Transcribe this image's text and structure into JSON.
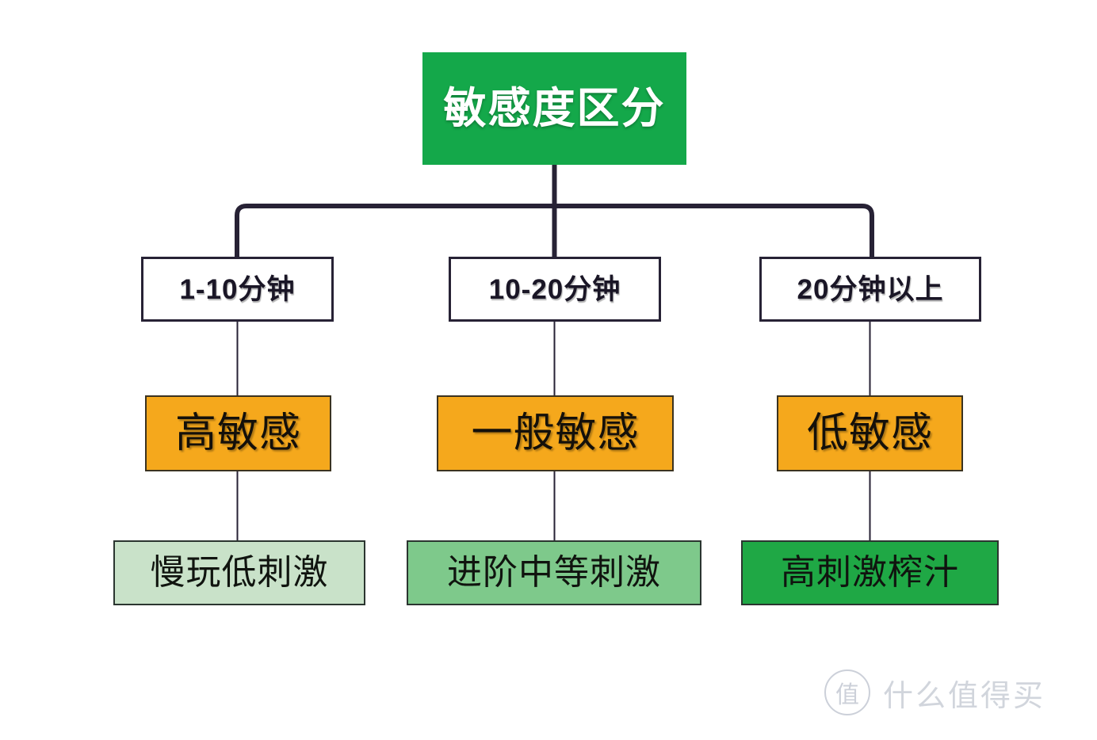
{
  "diagram": {
    "type": "flowchart",
    "title": "敏感度区分",
    "root": {
      "label": "敏感度区分",
      "color": "#14a84a",
      "text_color": "#ffffff"
    },
    "branches": [
      {
        "time": "1-10分钟",
        "sensitivity": "高敏感",
        "recommendation": "慢玩低刺激",
        "rec_color": "#c9e2c9",
        "level_color": "#f5a81c"
      },
      {
        "time": "10-20分钟",
        "sensitivity": "一般敏感",
        "recommendation": "进阶中等刺激",
        "rec_color": "#7ec98b",
        "level_color": "#f5a81c"
      },
      {
        "time": "20分钟以上",
        "sensitivity": "低敏感",
        "recommendation": "高刺激榨汁",
        "rec_color": "#1fa845",
        "level_color": "#f5a81c"
      }
    ],
    "connector_color": "#272235",
    "background": "#ffffff"
  },
  "watermark": {
    "badge": "值",
    "text": "什么值得买",
    "color": "#a4acbb"
  }
}
